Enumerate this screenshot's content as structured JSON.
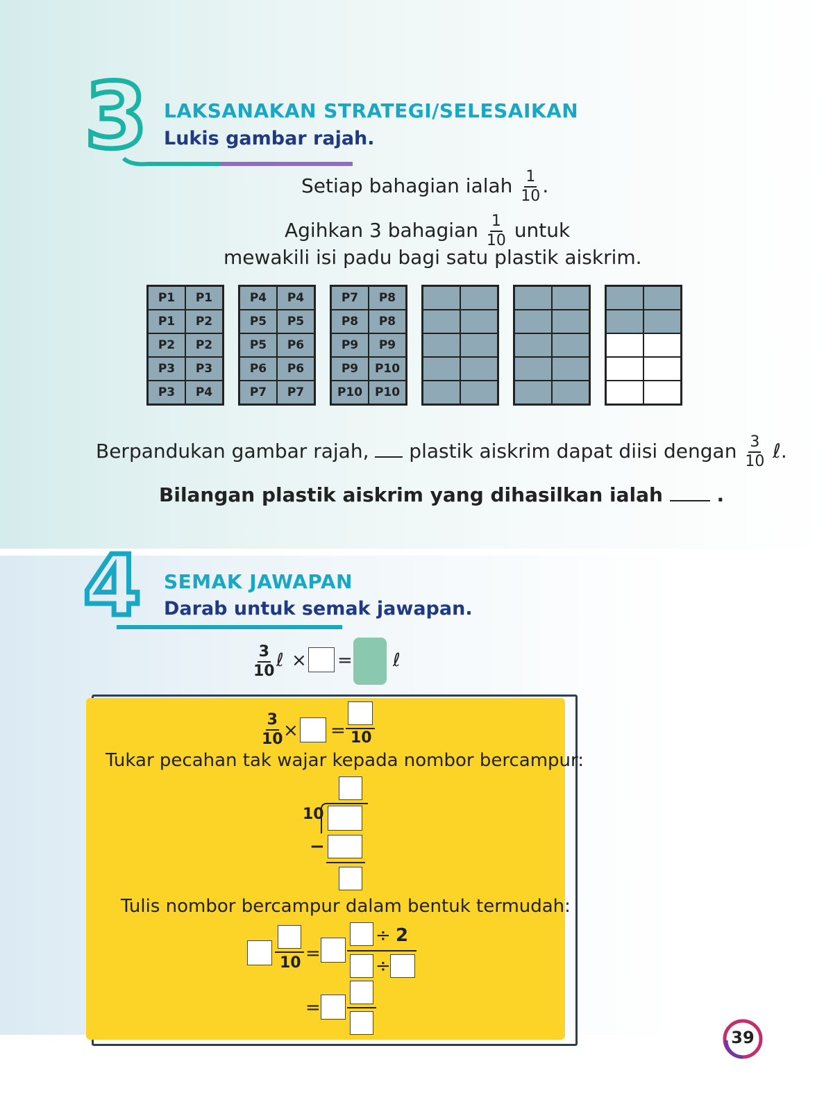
{
  "section3": {
    "number": "3",
    "title": "LAKSANAKAN STRATEGI/SELESAIKAN",
    "subtitle": "Lukis gambar rajah.",
    "line1_pre": "Setiap bahagian ialah",
    "line1_frac": {
      "num": "1",
      "den": "10"
    },
    "line1_post": ".",
    "line2_pre": "Agihkan 3 bahagian",
    "line2_frac": {
      "num": "1",
      "den": "10"
    },
    "line2_post": "untuk",
    "line3": "mewakili isi padu bagi satu plastik aiskrim.",
    "grids": [
      {
        "cells": [
          "P1",
          "P1",
          "P1",
          "P2",
          "P2",
          "P2",
          "P3",
          "P3",
          "P3",
          "P4"
        ],
        "shaded": 10
      },
      {
        "cells": [
          "P4",
          "P4",
          "P5",
          "P5",
          "P5",
          "P6",
          "P6",
          "P6",
          "P7",
          "P7"
        ],
        "shaded": 10
      },
      {
        "cells": [
          "P7",
          "P8",
          "P8",
          "P8",
          "P9",
          "P9",
          "P9",
          "P10",
          "P10",
          "P10"
        ],
        "shaded": 10
      },
      {
        "cells": [
          "",
          "",
          "",
          "",
          "",
          "",
          "",
          "",
          "",
          ""
        ],
        "shaded": 10
      },
      {
        "cells": [
          "",
          "",
          "",
          "",
          "",
          "",
          "",
          "",
          "",
          ""
        ],
        "shaded": 10
      },
      {
        "cells": [
          "",
          "",
          "",
          "",
          "",
          "",
          "",
          "",
          "",
          ""
        ],
        "shaded": 4
      }
    ],
    "guide_pre": "Berpandukan gambar rajah,",
    "guide_mid": "plastik aiskrim dapat diisi dengan",
    "guide_frac": {
      "num": "3",
      "den": "10"
    },
    "guide_unit": "ℓ.",
    "answer_line": "Bilangan plastik aiskrim yang dihasilkan ialah",
    "answer_end": "."
  },
  "section4": {
    "number": "4",
    "title": "SEMAK JAWAPAN",
    "subtitle": "Darab untuk semak jawapan.",
    "eq_frac": {
      "num": "3",
      "den": "10"
    },
    "eq_unit": "ℓ",
    "eq_times": "×",
    "eq_equals": "=",
    "eq_unit2": "ℓ",
    "box": {
      "eq1_frac": {
        "num": "3",
        "den": "10"
      },
      "eq1_times": "×",
      "eq1_equals": "=",
      "eq1_den": "10",
      "convert_label": "Tukar pecahan tak wajar kepada nombor bercampur:",
      "divisor": "10",
      "minus": "−",
      "simplest_label": "Tulis nombor bercampur dalam bentuk termudah:",
      "mix_den": "10",
      "equals": "=",
      "divide": "÷",
      "two": "2"
    }
  },
  "page_number": "39",
  "colors": {
    "teal": "#1aa7c4",
    "navy": "#203a80",
    "grid_shade": "#8fa9b7",
    "yellow": "#fcd427",
    "green_box": "#8ac8b0"
  }
}
